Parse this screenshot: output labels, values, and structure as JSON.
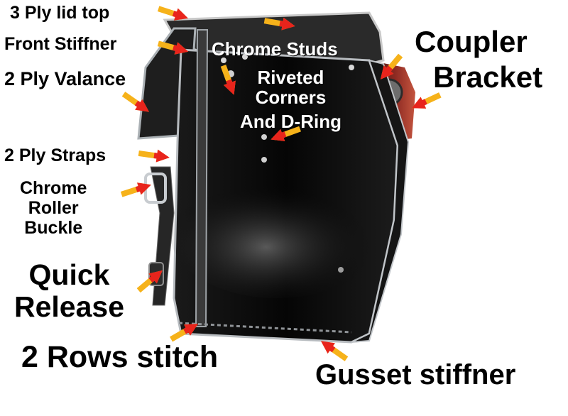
{
  "labels": {
    "lid_top": "3 Ply lid top",
    "front_stiffner": "Front Stiffner",
    "valance": "2 Ply Valance",
    "straps": "2 Ply Straps",
    "buckle_1": "Chrome",
    "buckle_2": "Roller",
    "buckle_3": "Buckle",
    "quick_1": "Quick",
    "quick_2": "Release",
    "stitch": "2 Rows stitch",
    "gusset": "Gusset stiffner",
    "coupler_1": "Coupler",
    "coupler_2": "Bracket",
    "studs": "Chrome Studs",
    "riveted_1": "Riveted",
    "riveted_2": "Corners",
    "riveted_3": "And D-Ring"
  },
  "colors": {
    "arrow_head": "#e8241c",
    "arrow_tail": "#f6b21a",
    "bag_body": "#0c0c0c",
    "chrome": "#b8bcc0"
  }
}
